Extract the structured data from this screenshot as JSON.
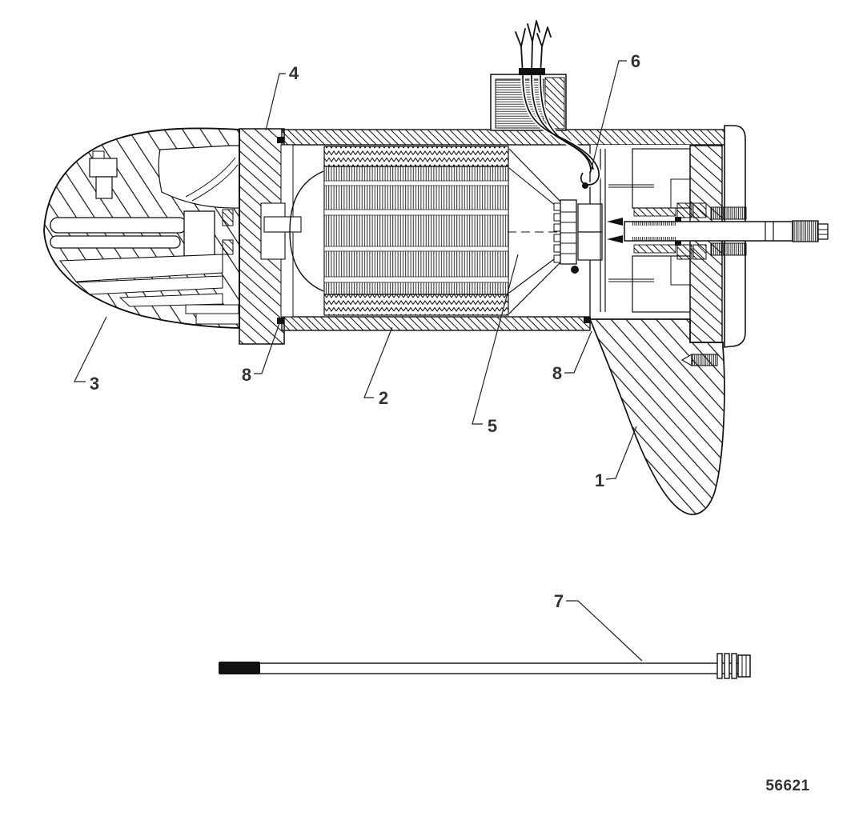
{
  "figure": {
    "kind": "trolling-motor-lower-unit-cross-section",
    "drawing_number": "56621",
    "background_color": "#ffffff",
    "line_color": "#111111",
    "label_color": "#333333",
    "callouts": [
      {
        "number": "1"
      },
      {
        "number": "2"
      },
      {
        "number": "3"
      },
      {
        "number": "4"
      },
      {
        "number": "5"
      },
      {
        "number": "6"
      },
      {
        "number": "7"
      },
      {
        "number": "8"
      },
      {
        "number": "8"
      }
    ]
  }
}
